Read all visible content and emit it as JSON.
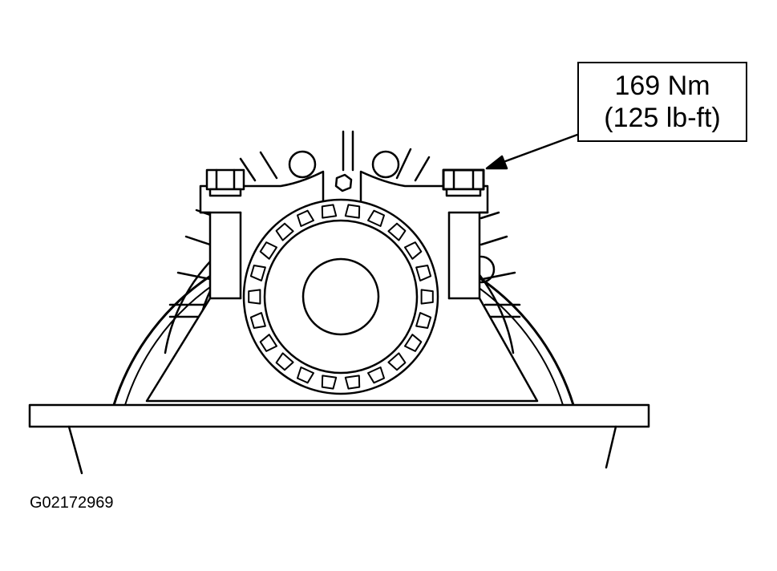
{
  "torque_callout": {
    "metric": "169 Nm",
    "imperial": "(125 lb-ft)"
  },
  "figure_id": "G02172969"
}
